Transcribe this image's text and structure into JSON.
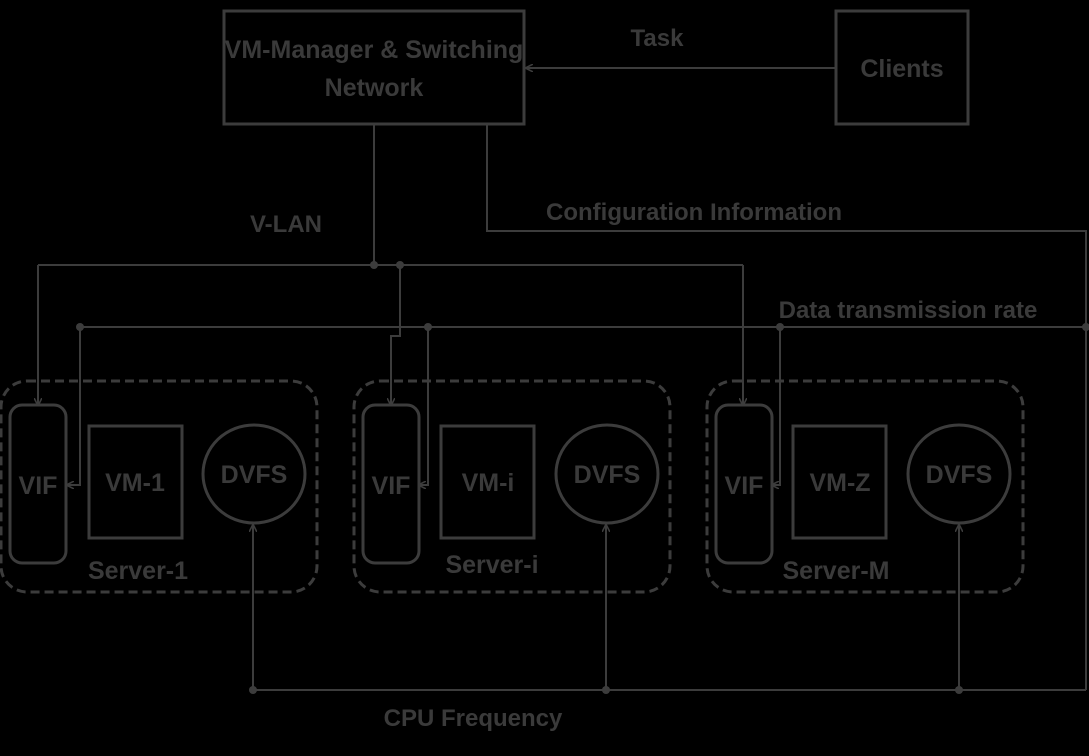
{
  "manager": {
    "line1": "VM-Manager & Switching",
    "line2": "Network"
  },
  "clients": "Clients",
  "edges": {
    "task": "Task",
    "vlan": "V-LAN",
    "config": "Configuration Information",
    "data_rate": "Data transmission rate",
    "cpu_freq": "CPU Frequency"
  },
  "servers": [
    {
      "name": "Server-1",
      "vif": "VIF",
      "vm": "VM-1",
      "dvfs": "DVFS"
    },
    {
      "name": "Server-i",
      "vif": "VIF",
      "vm": "VM-i",
      "dvfs": "DVFS"
    },
    {
      "name": "Server-M",
      "vif": "VIF",
      "vm": "VM-Z",
      "dvfs": "DVFS"
    }
  ],
  "colors": {
    "background": "#000000",
    "stroke": "#3c3c3c",
    "text": "#3a3a3a"
  }
}
